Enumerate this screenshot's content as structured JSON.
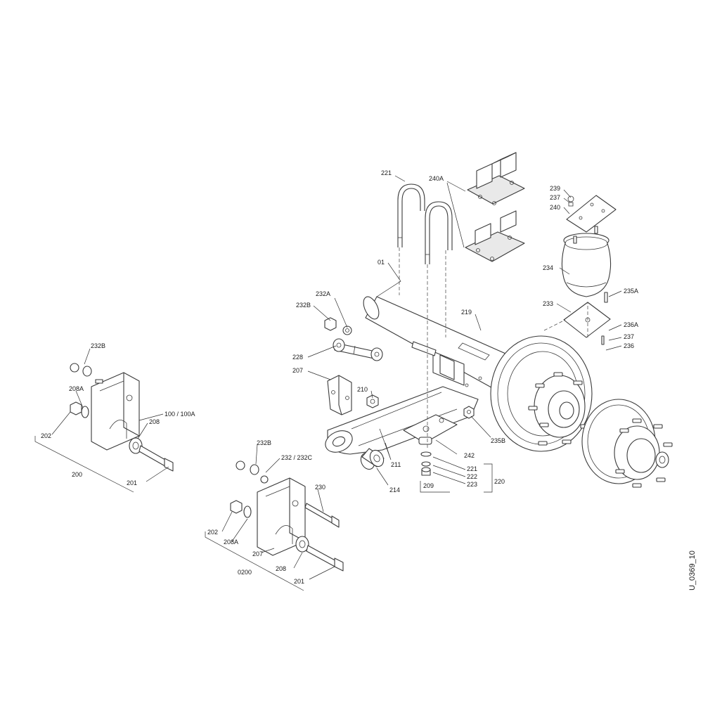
{
  "document_id": "U_0369_10",
  "labels": {
    "l221_top": "221",
    "l240A": "240A",
    "l239": "239",
    "l237_top": "237",
    "l240": "240",
    "l01": "01",
    "l234": "234",
    "l235A": "235A",
    "l233": "233",
    "l219": "219",
    "l236A": "236A",
    "l237_mid": "237",
    "l236": "236",
    "l232A": "232A",
    "l232B_mid": "232B",
    "l228": "228",
    "l207_mid": "207",
    "l210": "210",
    "l235B": "235B",
    "l242": "242",
    "l211": "211",
    "l221_bot": "221",
    "l222": "222",
    "l223": "223",
    "l220": "220",
    "l209": "209",
    "l214": "214",
    "l232B_left": "232B",
    "l208A_left": "208A",
    "l100": "100 / 100A",
    "l202_left": "202",
    "l208_left": "208",
    "l200": "200",
    "l201_left": "201",
    "l232B_bot": "232B",
    "l232_232C": "232 / 232C",
    "l230": "230",
    "l202_bot": "202",
    "l208A_bot": "208A",
    "l207_bot": "207",
    "l0200": "0200",
    "l208_bot": "208",
    "l201_bot": "201"
  }
}
